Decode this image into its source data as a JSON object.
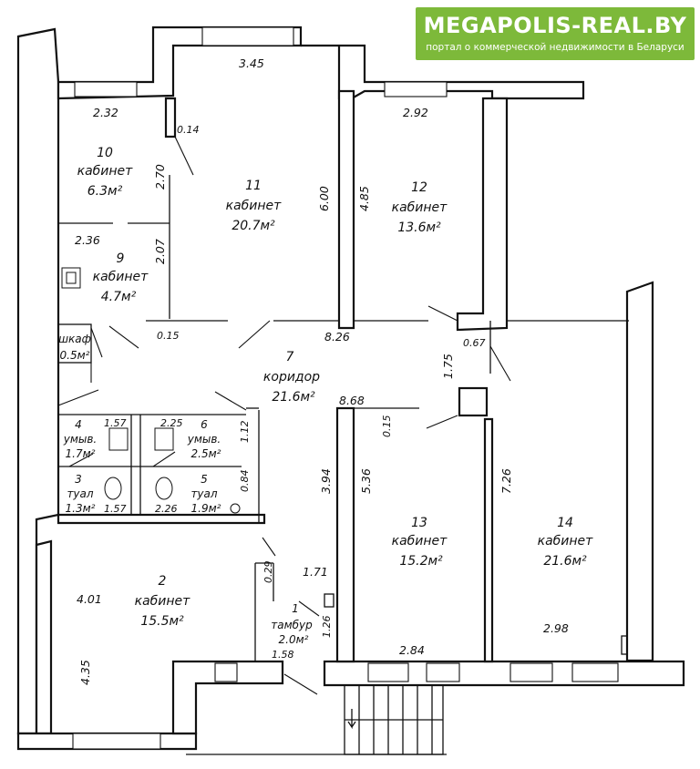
{
  "logo": {
    "title": "MEGAPOLIS-REAL.BY",
    "subtitle": "портал о коммерческой недвижимости в Беларуси",
    "color": "#7db93a"
  },
  "rooms": [
    {
      "num": "1",
      "name": "тамбур",
      "area": "2.0м²"
    },
    {
      "num": "2",
      "name": "кабинет",
      "area": "15.5м²"
    },
    {
      "num": "3",
      "name": "туал",
      "area": "1.3м²"
    },
    {
      "num": "4",
      "name": "умыв.",
      "area": "1.7м²"
    },
    {
      "num": "5",
      "name": "туал",
      "area": "1.9м²"
    },
    {
      "num": "6",
      "name": "умыв.",
      "area": "2.5м²"
    },
    {
      "num": "7",
      "name": "коридор",
      "area": "21.6м²"
    },
    {
      "num": "9",
      "name": "кабинет",
      "area": "4.7м²"
    },
    {
      "num": "10",
      "name": "кабинет",
      "area": "6.3м²"
    },
    {
      "num": "11",
      "name": "кабинет",
      "area": "20.7м²"
    },
    {
      "num": "12",
      "name": "кабинет",
      "area": "13.6м²"
    },
    {
      "num": "13",
      "name": "кабинет",
      "area": "15.2м²"
    },
    {
      "num": "14",
      "name": "кабинет",
      "area": "21.6м²"
    },
    {
      "num": "",
      "name": "шкаф",
      "area": "0.5м²"
    }
  ],
  "dimensions": {
    "d_3_45": "3.45",
    "d_2_32": "2.32",
    "d_2_92": "2.92",
    "d_0_14": "0.14",
    "d_2_70": "2.70",
    "d_6_00": "6.00",
    "d_4_85": "4.85",
    "d_2_36": "2.36",
    "d_2_07": "2.07",
    "d_0_15a": "0.15",
    "d_8_26": "8.26",
    "d_0_67": "0.67",
    "d_1_75": "1.75",
    "d_8_68": "8.68",
    "d_0_15b": "0.15",
    "d_1_57a": "1.57",
    "d_2_25": "2.25",
    "d_1_12": "1.12",
    "d_0_84": "0.84",
    "d_1_57b": "1.57",
    "d_2_26": "2.26",
    "d_3_94": "3.94",
    "d_5_36": "5.36",
    "d_7_26": "7.26",
    "d_1_71": "1.71",
    "d_0_29": "0.29",
    "d_4_01": "4.01",
    "d_4_35": "4.35",
    "d_1_26": "1.26",
    "d_1_58": "1.58",
    "d_2_84": "2.84",
    "d_2_98": "2.98"
  }
}
